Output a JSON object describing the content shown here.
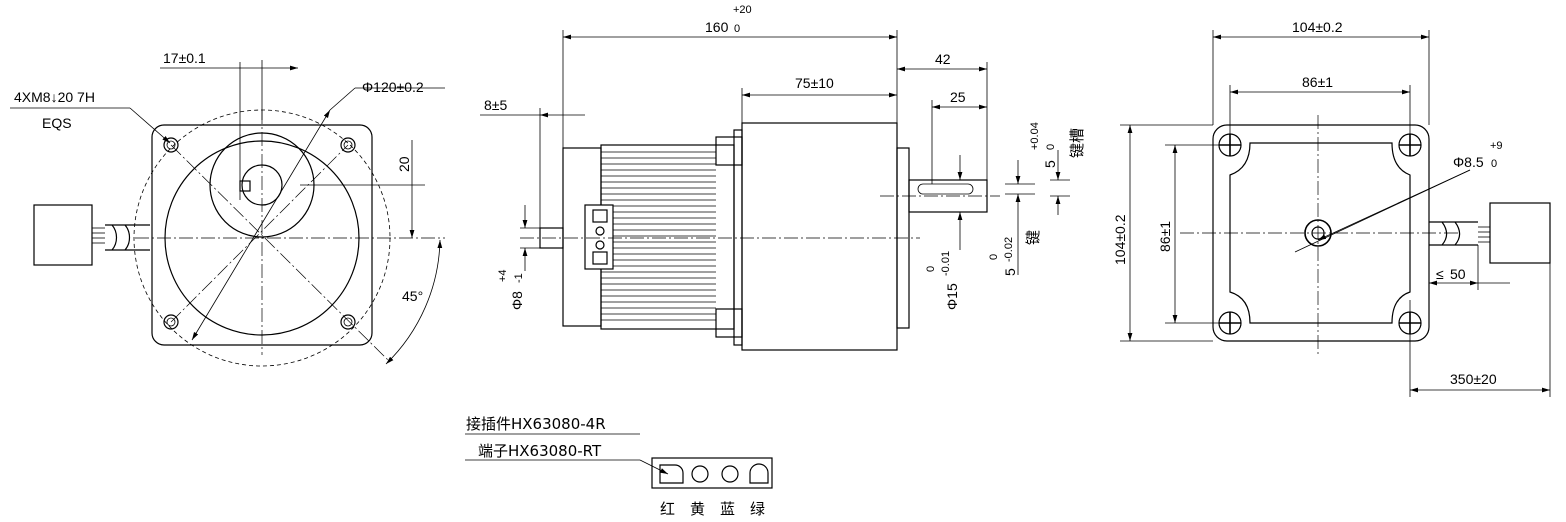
{
  "front_view": {
    "hole_spec": "4XM8↓20 7H",
    "hole_equal": "EQS",
    "shaft_offset": "17±0.1",
    "circle_dia": "Φ120±0.2",
    "offset_20": "20",
    "angle": "45°"
  },
  "side_view": {
    "total_length": "160",
    "total_length_tol_upper": "+20",
    "total_length_tol_lower": "0",
    "rear_shaft": "8±5",
    "gearbox_length": "75±10",
    "shaft_length": "42",
    "key_length": "25",
    "rear_shaft_dia": "Φ8",
    "rear_shaft_dia_tol_upper": "+4",
    "rear_shaft_dia_tol_lower": "-1",
    "shaft_dia": "Φ15",
    "shaft_dia_tol_upper": "0",
    "shaft_dia_tol_lower": "-0.01",
    "key_width": "5",
    "key_width_tol_upper": "0",
    "key_width_tol_lower": "-0.02",
    "key_label": "键",
    "keyway_width": "5",
    "keyway_tol_upper": "+0.04",
    "keyway_tol_lower": "0",
    "keyway_label": "键槽"
  },
  "rear_view": {
    "outer_width": "104±0.2",
    "hole_pitch_h": "86±1",
    "outer_height": "104±0.2",
    "hole_pitch_v": "86±1",
    "center_hole": "Φ8.5",
    "center_hole_tol_upper": "+9",
    "center_hole_tol_lower": "0",
    "cable_bend": "≤",
    "cable_bend_value": "50",
    "cable_length": "350±20"
  },
  "connector": {
    "plug": "接插件HX63080-4R",
    "terminal": "端子HX63080-RT",
    "colors": [
      "红",
      "黄",
      "蓝",
      "绿"
    ]
  }
}
